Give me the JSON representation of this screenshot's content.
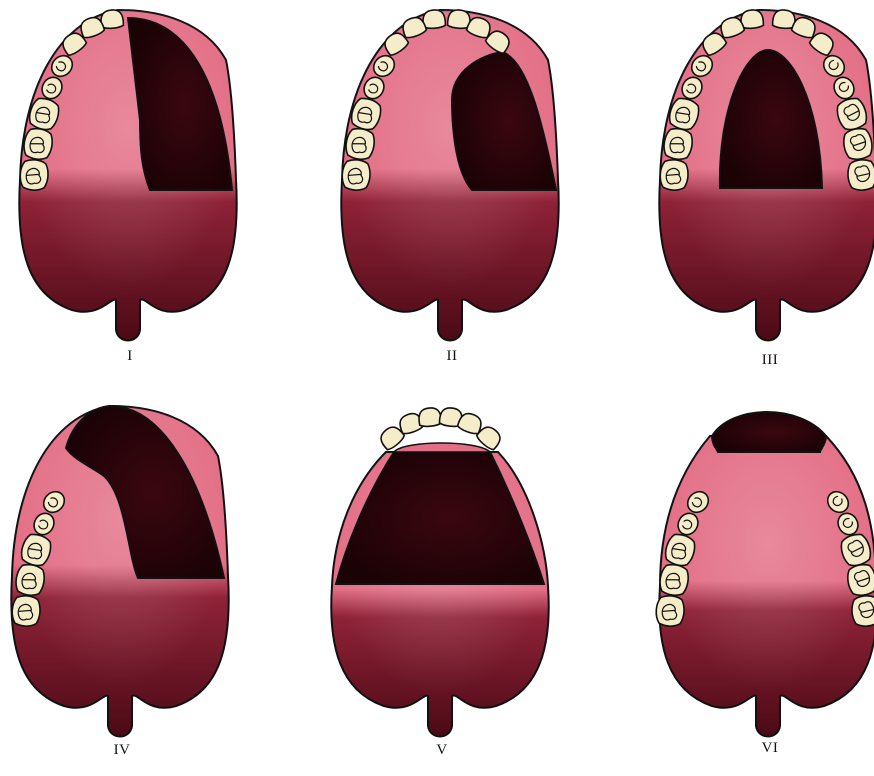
{
  "colors": {
    "background": "#ffffff",
    "palate_pink": "#e36f86",
    "soft_palate_maroon": "#8f2237",
    "deep_maroon": "#4b0a16",
    "cleft_dark": "#1a0205",
    "tooth_fill": "#f5ecca",
    "outline": "#111111"
  },
  "panels": [
    {
      "id": "I",
      "label": "I",
      "cleft_type": "unilateral-complete-left"
    },
    {
      "id": "II",
      "label": "II",
      "cleft_type": "unilateral-incomplete-notch"
    },
    {
      "id": "III",
      "label": "III",
      "cleft_type": "palatal-central"
    },
    {
      "id": "IV",
      "label": "IV",
      "cleft_type": "unilateral-with-premaxilla"
    },
    {
      "id": "V",
      "label": "V",
      "cleft_type": "bilateral-wide"
    },
    {
      "id": "VI",
      "label": "VI",
      "cleft_type": "anterior-alveolar"
    }
  ]
}
